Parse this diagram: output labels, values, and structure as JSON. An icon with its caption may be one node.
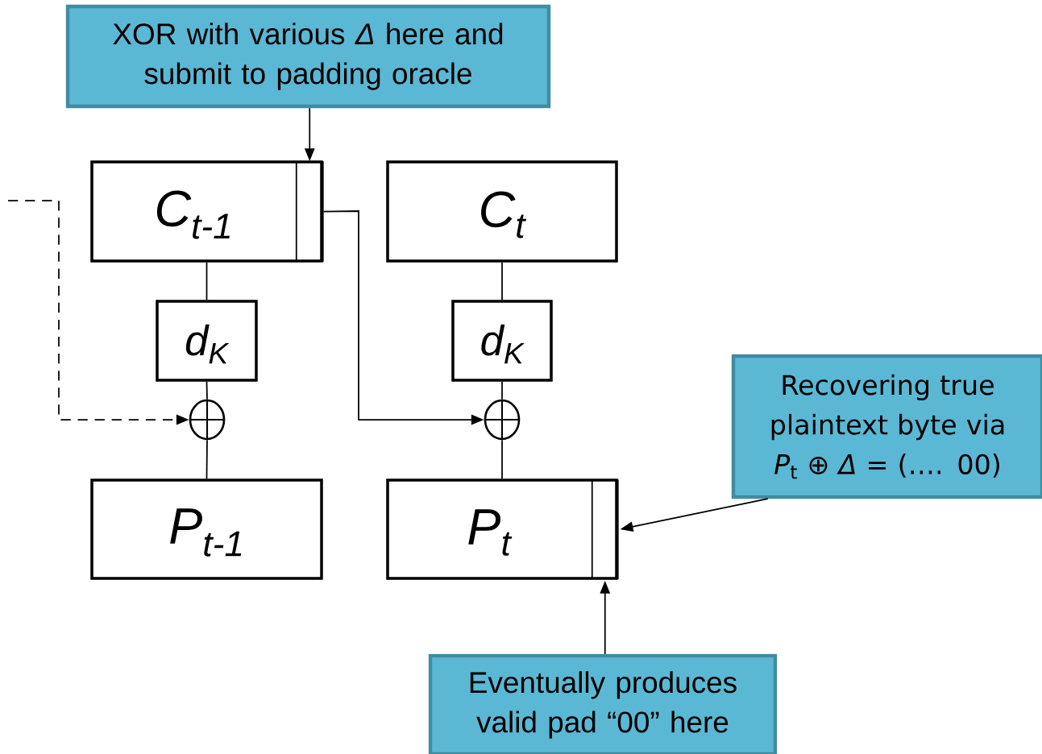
{
  "diagram": {
    "nodes": [
      {
        "text": [
          "XOR with various *Δ* here and submit to padding oracle"
        ]
      },
      {
        "text": [
          "C$_{t-1}$"
        ]
      },
      {
        "text": [],
        "shape": "box",
        "in": 1
      },
      {
        "text": [
          "C$_{t}$"
        ]
      },
      {
        "text": [
          "d$_{K}$"
        ]
      },
      {
        "text": [],
        "shape": "circle"
      },
      {
        "text": [
          "P$_{t-1}$"
        ]
      },
      {
        "text": [
          "d$_{K}$"
        ]
      },
      {
        "text": [],
        "shape": "circle"
      },
      {
        "text": [
          "P$_{t}$"
        ]
      },
      {
        "text": [],
        "shape": "box",
        "in": 9
      },
      {
        "text": [
          "Recovering true plaintext byte via *P*$_{t}$ ⊕ *Δ*  =  (…. 00)"
        ]
      },
      {
        "text": [
          "Eventually produces valid pad “00” here"
        ]
      }
    ],
    "edges": [
      {
        "from": 0,
        "to": 2,
        "arrow": "to"
      },
      {
        "from": 2,
        "to": 8,
        "arrow": "to"
      },
      {
        "from": 1,
        "to": 4,
        "arrow": "none"
      },
      {
        "from": 4,
        "to": 5,
        "arrow": "none"
      },
      {
        "from": 5,
        "to": 6,
        "arrow": "none"
      },
      {
        "from": 3,
        "to": 7,
        "arrow": "none"
      },
      {
        "from": 7,
        "to": 8,
        "arrow": "none"
      },
      {
        "from": 8,
        "to": 9,
        "arrow": "none"
      },
      {
        "from": null,
        "to": 5,
        "arrow": "to",
        "style": "dashed"
      },
      {
        "from": 11,
        "to": 10,
        "arrow": "to"
      },
      {
        "from": 12,
        "to": 10,
        "arrow": "to"
      }
    ]
  }
}
